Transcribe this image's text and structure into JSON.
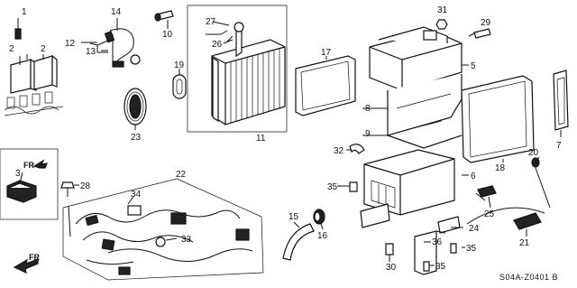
{
  "callouts": [
    {
      "id": "1",
      "text": "1"
    },
    {
      "id": "2a",
      "text": "2"
    },
    {
      "id": "2b",
      "text": "2"
    },
    {
      "id": "3",
      "text": "3"
    },
    {
      "id": "5",
      "text": "5"
    },
    {
      "id": "6",
      "text": "6"
    },
    {
      "id": "7",
      "text": "7"
    },
    {
      "id": "8",
      "text": "8"
    },
    {
      "id": "9",
      "text": "9"
    },
    {
      "id": "10",
      "text": "10"
    },
    {
      "id": "11",
      "text": "11"
    },
    {
      "id": "12",
      "text": "12"
    },
    {
      "id": "13",
      "text": "13"
    },
    {
      "id": "14",
      "text": "14"
    },
    {
      "id": "15",
      "text": "15"
    },
    {
      "id": "16",
      "text": "16"
    },
    {
      "id": "17",
      "text": "17"
    },
    {
      "id": "18",
      "text": "18"
    },
    {
      "id": "19",
      "text": "19"
    },
    {
      "id": "20",
      "text": "20"
    },
    {
      "id": "21",
      "text": "21"
    },
    {
      "id": "22",
      "text": "22"
    },
    {
      "id": "23",
      "text": "23"
    },
    {
      "id": "24",
      "text": "24"
    },
    {
      "id": "25",
      "text": "25"
    },
    {
      "id": "26",
      "text": "26"
    },
    {
      "id": "27",
      "text": "27"
    },
    {
      "id": "28",
      "text": "28"
    },
    {
      "id": "29",
      "text": "29"
    },
    {
      "id": "30",
      "text": "30"
    },
    {
      "id": "31",
      "text": "31"
    },
    {
      "id": "32",
      "text": "32"
    },
    {
      "id": "33",
      "text": "33"
    },
    {
      "id": "34",
      "text": "34"
    },
    {
      "id": "35a",
      "text": "35"
    },
    {
      "id": "35b",
      "text": "35"
    },
    {
      "id": "35c",
      "text": "35"
    },
    {
      "id": "36",
      "text": "36"
    }
  ],
  "direction_labels": {
    "inset_fr": "FR",
    "main_fr": "FR"
  },
  "diagram_code": "S04A-Z0401 B",
  "colors": {
    "ink": "#111111",
    "background": "#ffffff"
  }
}
